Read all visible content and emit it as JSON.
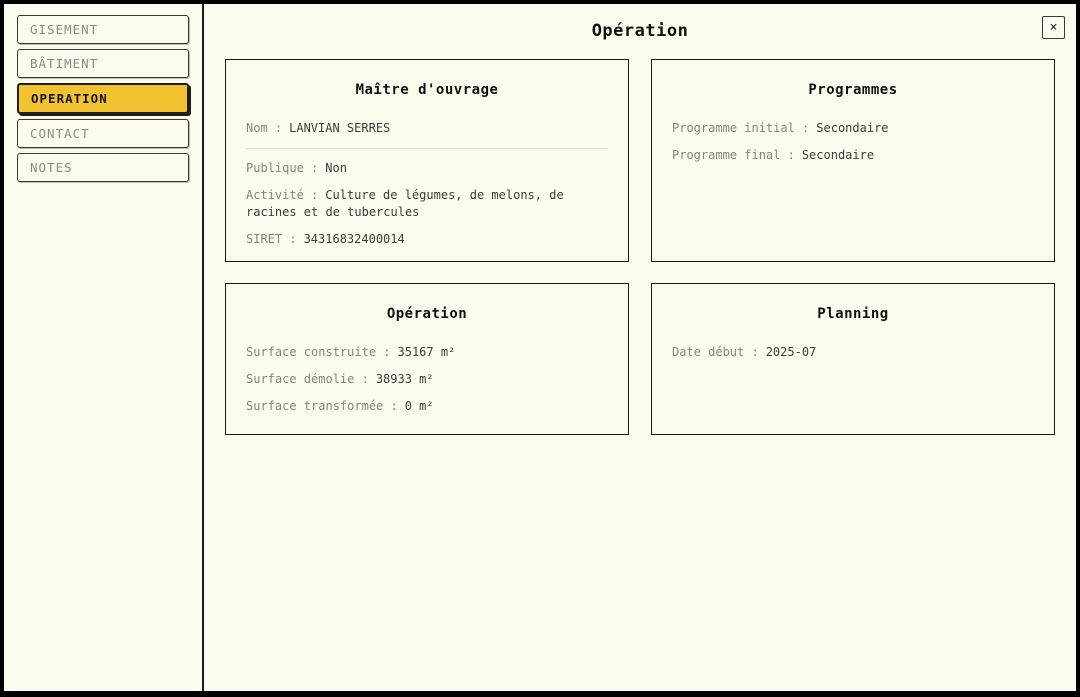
{
  "window": {
    "close_glyph": "×"
  },
  "colors": {
    "accent": "#F2C230",
    "background": "#FCFCEE",
    "border": "#1b1b16"
  },
  "sidebar": {
    "items": [
      {
        "label": "GISEMENT",
        "active": false
      },
      {
        "label": "BÂTIMENT",
        "active": false
      },
      {
        "label": "OPERATION",
        "active": true
      },
      {
        "label": "CONTACT",
        "active": false
      },
      {
        "label": "NOTES",
        "active": false
      }
    ]
  },
  "header": {
    "title": "Opération"
  },
  "cards": [
    {
      "title": "Maître d'ouvrage",
      "fields": [
        {
          "label": "Nom :",
          "value": "LANVIAN SERRES"
        },
        {
          "label": "Publique :",
          "value": "Non"
        },
        {
          "label": "Activité :",
          "value": "Culture de légumes, de melons, de racines et de tubercules"
        },
        {
          "label": "SIRET :",
          "value": "34316832400014"
        }
      ]
    },
    {
      "title": "Programmes",
      "fields": [
        {
          "label": "Programme initial :",
          "value": "Secondaire"
        },
        {
          "label": "Programme final :",
          "value": "Secondaire"
        }
      ]
    },
    {
      "title": "Opération",
      "fields": [
        {
          "label": "Surface construite :",
          "value": "35167 m²"
        },
        {
          "label": "Surface démolie :",
          "value": "38933 m²"
        },
        {
          "label": "Surface transformée :",
          "value": "0 m²"
        }
      ]
    },
    {
      "title": "Planning",
      "fields": [
        {
          "label": "Date début :",
          "value": "2025-07"
        }
      ]
    }
  ]
}
